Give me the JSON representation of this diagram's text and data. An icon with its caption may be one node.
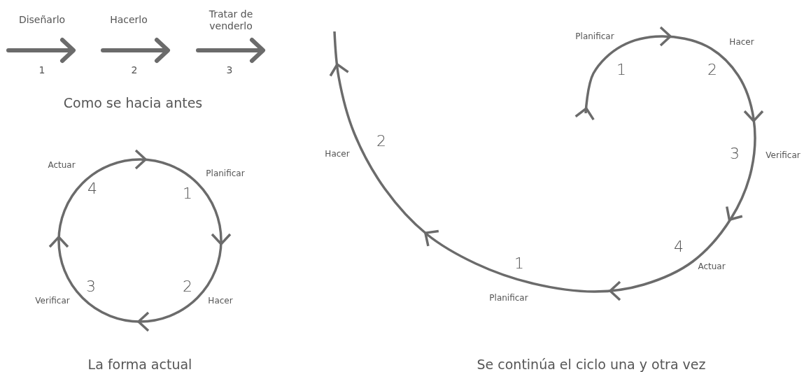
{
  "diagram": {
    "labels": [
      "Diseñarlo",
      "Hacerlo",
      "Tratar de venderlo",
      "1",
      "2",
      "3",
      "Como se hacia antes",
      "Actuar",
      "4",
      "Planificar",
      "1",
      "3",
      "2",
      "Verificar",
      "Hacer",
      "La forma actual",
      "Planificar",
      "1",
      "2",
      "Hacer",
      "Hacer",
      "2",
      "3",
      "Verificar",
      "4",
      "1",
      "Actuar",
      "Planificar",
      "Se continúa el ciclo una y otra vez"
    ]
  }
}
